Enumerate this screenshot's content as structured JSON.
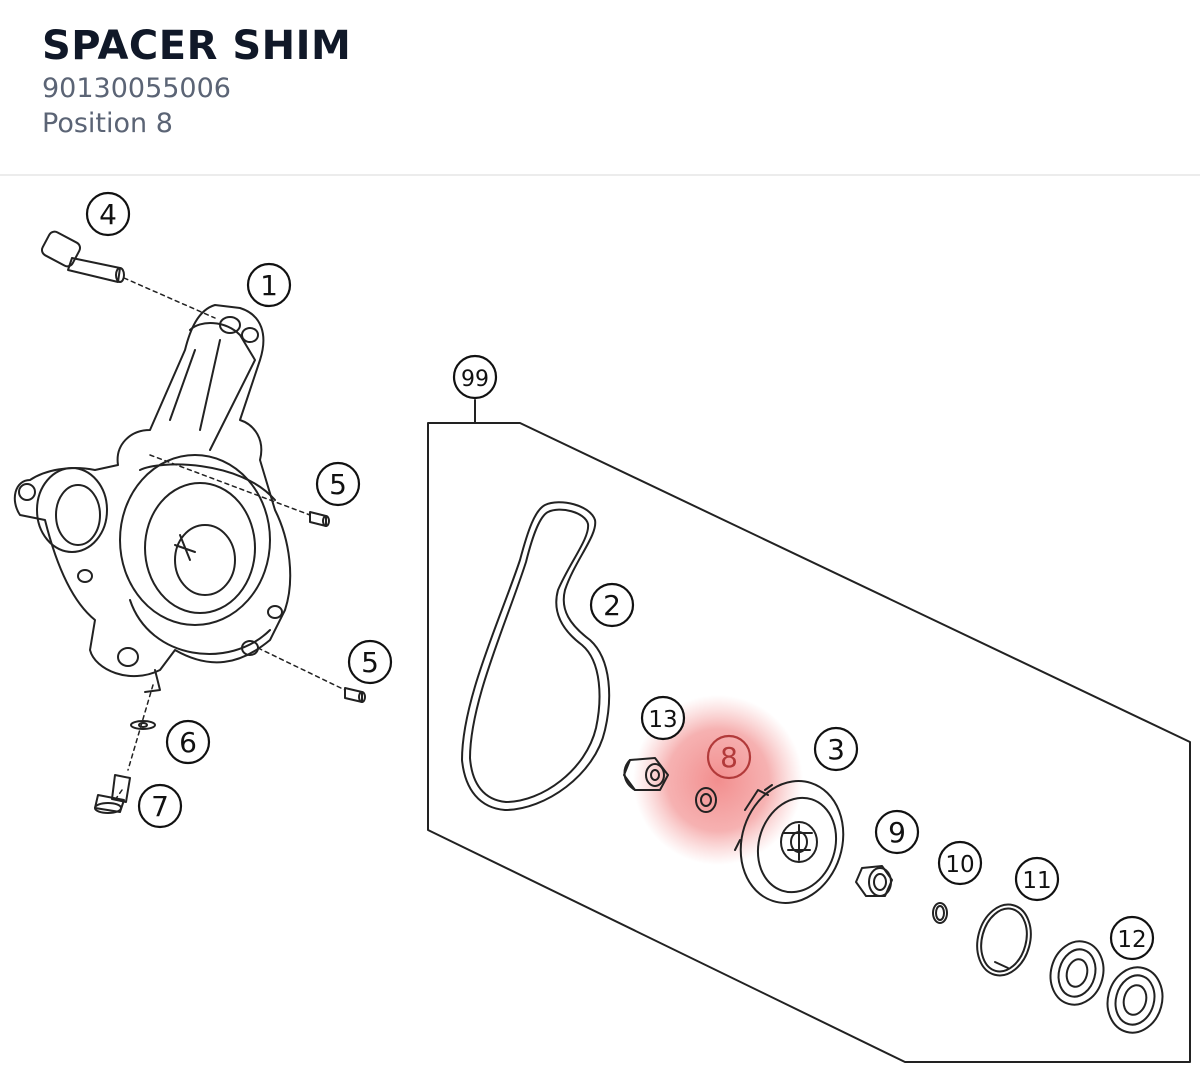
{
  "part": {
    "name": "SPACER SHIM",
    "number": "90130055006",
    "position_label": "Position 8"
  },
  "diagram": {
    "highlight_color": "#f08080",
    "highlighted_callout": "8",
    "callouts": [
      "4",
      "1",
      "5",
      "5",
      "6",
      "7",
      "99",
      "2",
      "13",
      "8",
      "3",
      "9",
      "10",
      "11",
      "12"
    ]
  }
}
